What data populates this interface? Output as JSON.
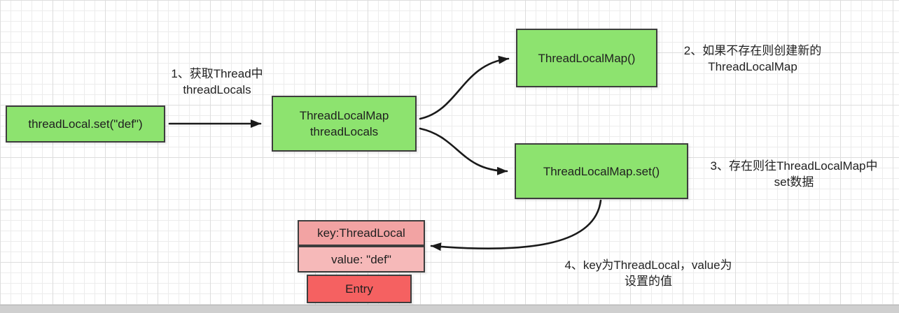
{
  "colors": {
    "node_green": "#8de36f",
    "node_pink": "#f2a3a3",
    "node_pink_light": "#f6b9b9",
    "node_red": "#f56161",
    "node_border": "#3d3d3d",
    "arrow": "#1a1a1a",
    "scrollbar": "#cfcfcf"
  },
  "nodes": {
    "thread_local_set": {
      "label": "threadLocal.set(\"def\")"
    },
    "thread_locals_map": {
      "line1": "ThreadLocalMap",
      "line2": "threadLocals"
    },
    "thread_local_map_new": {
      "label": "ThreadLocalMap()"
    },
    "thread_local_map_set": {
      "label": "ThreadLocalMap.set()"
    },
    "entry_key": {
      "label": "key:ThreadLocal"
    },
    "entry_value": {
      "label": "value: \"def\""
    },
    "entry": {
      "label": "Entry"
    }
  },
  "annotations": {
    "step1": {
      "line1": "1、获取Thread中",
      "line2": "threadLocals"
    },
    "step2": {
      "line1": "2、如果不存在则创建新的",
      "line2": "ThreadLocalMap"
    },
    "step3": {
      "line1": "3、存在则往ThreadLocalMap中",
      "line2": "set数据"
    },
    "step4": {
      "line1": "4、key为ThreadLocal，value为",
      "line2": "设置的值"
    }
  }
}
